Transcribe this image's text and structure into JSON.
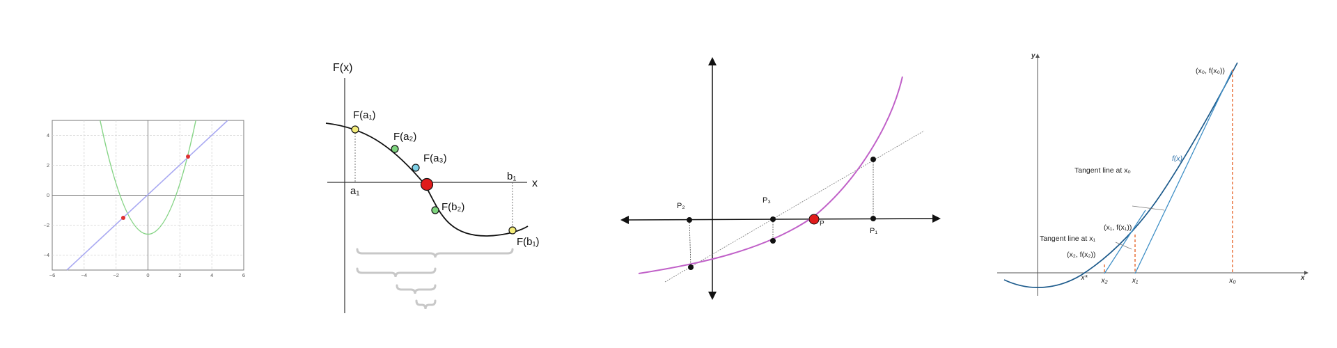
{
  "panel1": {
    "x_ticks": [
      "−6",
      "−4",
      "−2",
      "0",
      "2",
      "4",
      "6"
    ],
    "y_ticks": [
      "4",
      "2",
      "0",
      "−2",
      "−4"
    ],
    "colors": {
      "parabola": "#86d486",
      "line": "#a9a9f2",
      "points": "#e03030",
      "grid": "#d0d0d0",
      "axes": "#7a7a7a"
    }
  },
  "panel2": {
    "y_axis_label": "F(x)",
    "x_axis_label": "x",
    "labels": {
      "fa1": "F(a₁)",
      "fa2": "F(a₂)",
      "fa3": "F(a₃)",
      "fb2": "F(b₂)",
      "fb1": "F(b₁)",
      "a1": "a₁",
      "b1": "b₁"
    },
    "colors": {
      "yellow": "#f4ec7a",
      "green": "#7ed47e",
      "cyan": "#7ed0e6",
      "red": "#e01b1b",
      "brace": "#c8c8c8"
    }
  },
  "panel3": {
    "labels": {
      "p1": "P₁",
      "p2": "P₂",
      "p3": "P₃",
      "p": "P"
    },
    "colors": {
      "curve": "#c060c8",
      "red": "#e01b1b"
    }
  },
  "panel4": {
    "axis_y": "y",
    "axis_x": "x",
    "fx": "f(x)",
    "pt_x0": "(x₀, f(x₀))",
    "tangent_x0": "Tangent line at x₀",
    "pt_x1": "(x₁, f(x₁))",
    "tangent_x1": "Tangent line at x₁",
    "pt_x2": "(x₂, f(x₂))",
    "tick_xstar": "x*",
    "tick_x2": "x₂",
    "tick_x1": "x₁",
    "tick_x0": "x₀",
    "colors": {
      "curve": "#1d5b8c",
      "dashed": "#e8703a"
    }
  }
}
